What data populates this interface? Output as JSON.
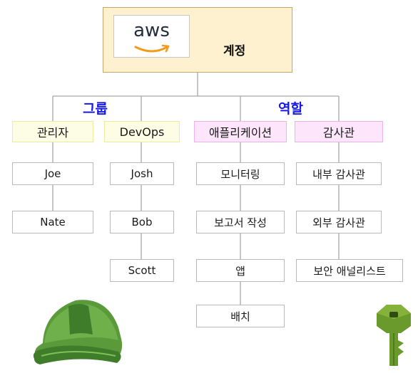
{
  "account": {
    "logo": "aws",
    "label": "계정"
  },
  "sections": {
    "groups_label": "그룹",
    "roles_label": "역할"
  },
  "groups": [
    {
      "name": "관리자",
      "members": [
        "Joe",
        "Nate"
      ]
    },
    {
      "name": "DevOps",
      "members": [
        "Josh",
        "Bob",
        "Scott"
      ]
    }
  ],
  "roles": [
    {
      "name": "애플리케이션",
      "members": [
        "모니터링",
        "보고서 작성",
        "앱",
        "배치"
      ]
    },
    {
      "name": "감사관",
      "members": [
        "내부 감사관",
        "외부 감사관",
        "보안 애널리스트"
      ]
    }
  ],
  "icons": {
    "helmet": "hardhat-icon",
    "key": "key-icon"
  },
  "colors": {
    "account_bg": "#fef1cf",
    "group_header_bg": "#fdfde6",
    "role_header_bg": "#fde6fb",
    "section_label": "#1818e6",
    "helmet": "#5a9a3a",
    "key": "#6b9a2c"
  }
}
